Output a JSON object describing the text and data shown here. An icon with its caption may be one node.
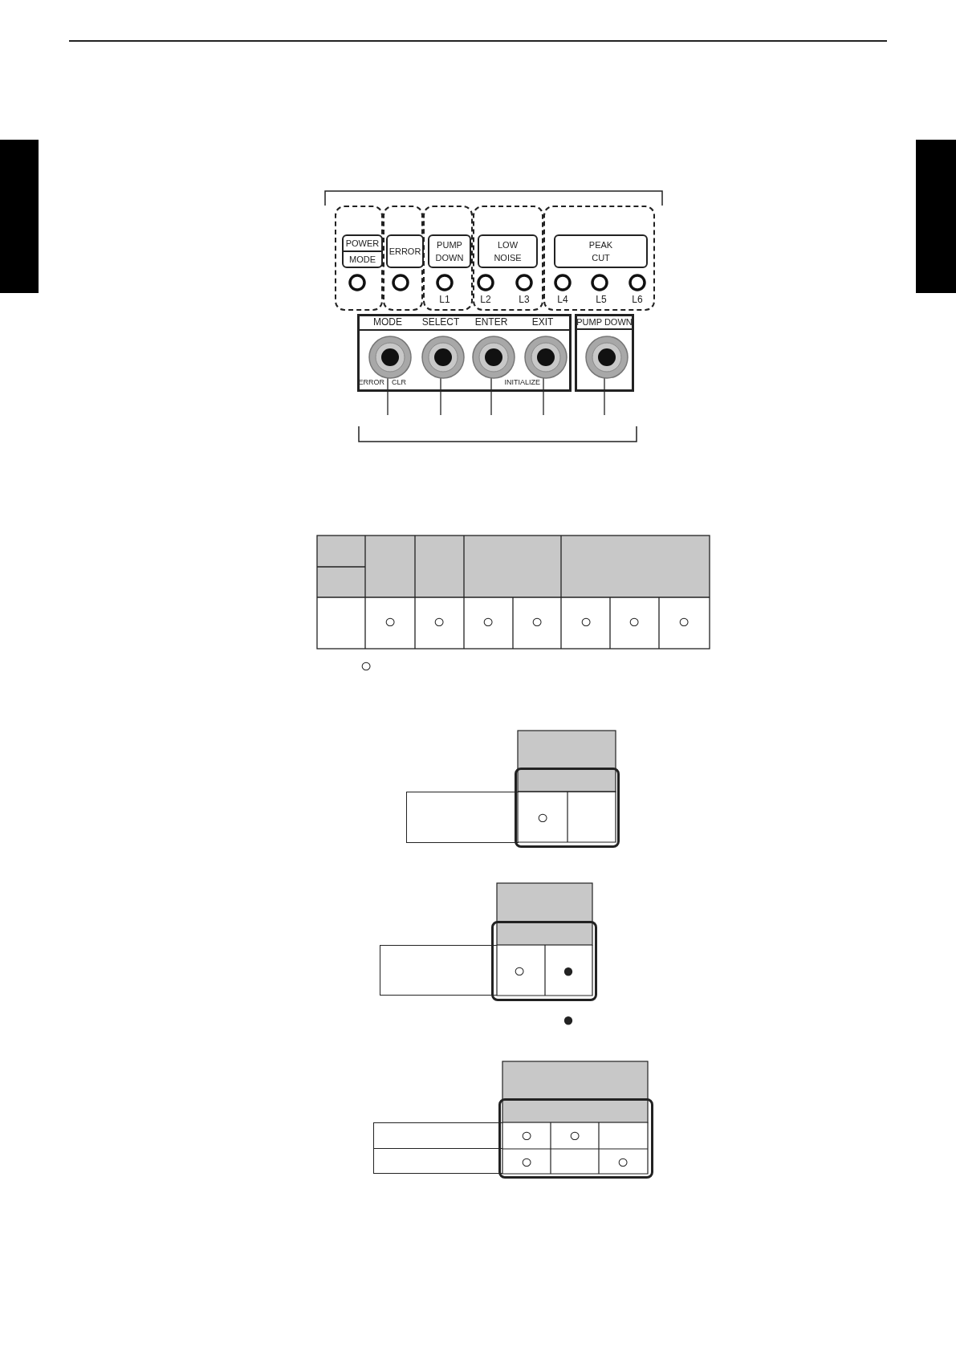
{
  "diagram": {
    "nodes": [
      {
        "text": [],
        "shape": "box"
      },
      {
        "text": [
          "POWER",
          "MODE"
        ],
        "in": 0
      },
      {
        "text": [],
        "shape": "box"
      },
      {
        "text": [
          "ERROR"
        ],
        "in": 2
      },
      {
        "text": [],
        "shape": "box"
      },
      {
        "text": [
          "PUMP DOWN"
        ],
        "in": 4
      },
      {
        "text": [],
        "shape": "box"
      },
      {
        "text": [
          "LOW NOISE"
        ],
        "in": 6
      },
      {
        "text": [],
        "shape": "box"
      },
      {
        "text": [
          "PEAK CUT"
        ],
        "in": 8
      },
      {
        "text": [],
        "shape": "box"
      },
      {
        "text": [],
        "shape": "circle",
        "in": 10
      },
      {
        "text": [],
        "shape": "circle",
        "in": 10
      },
      {
        "text": [],
        "shape": "circle",
        "in": 10
      },
      {
        "text": [],
        "shape": "circle",
        "in": 10
      },
      {
        "text": [
          "PUMP DOWN"
        ]
      },
      {
        "text": [],
        "shape": "circle",
        "in": 15
      },
      {
        "text": [],
        "shape": "bar"
      },
      {
        "text": [],
        "shape": "bar"
      }
    ],
    "edges": [
      {
        "from": null,
        "to": 11,
        "arrow": "none"
      },
      {
        "from": null,
        "to": 12,
        "arrow": "none"
      },
      {
        "from": null,
        "to": 13,
        "arrow": "none"
      },
      {
        "from": null,
        "to": 14,
        "arrow": "none"
      },
      {
        "from": null,
        "to": 16,
        "arrow": "none"
      }
    ],
    "labels": [
      "L1",
      "L2",
      "L3",
      "L4",
      "L5",
      "L6",
      "MODE",
      "SELECT",
      "ENTER",
      "EXIT",
      "ERROR",
      "CLR",
      "INITIALIZE",
      "○",
      "○",
      "○",
      "○",
      "○",
      "○",
      "○",
      "○",
      "○",
      "○",
      "●",
      "●",
      "○",
      "○",
      "○",
      "○"
    ]
  }
}
